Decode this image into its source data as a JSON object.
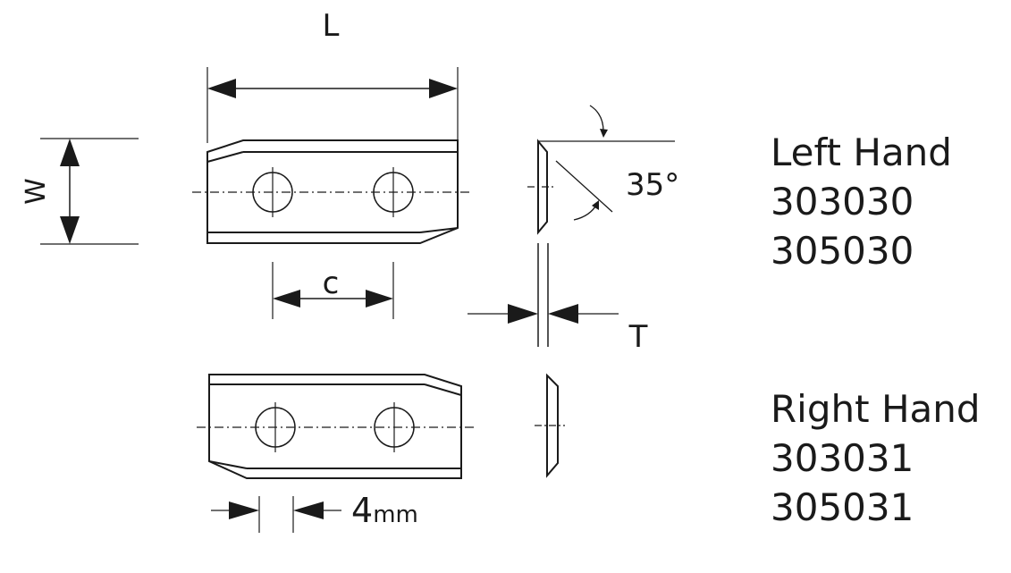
{
  "dimensions": {
    "length_label": "L",
    "width_label": "W",
    "center_label": "c",
    "thickness_label": "T",
    "angle_label": "35°",
    "offset_value": "4",
    "offset_unit": "mm"
  },
  "left_hand": {
    "title": "Left Hand",
    "part_numbers": [
      "303030",
      "305030"
    ]
  },
  "right_hand": {
    "title": "Right Hand",
    "part_numbers": [
      "303031",
      "305031"
    ]
  },
  "colors": {
    "line": "#1a1a1a",
    "background": "#ffffff"
  }
}
